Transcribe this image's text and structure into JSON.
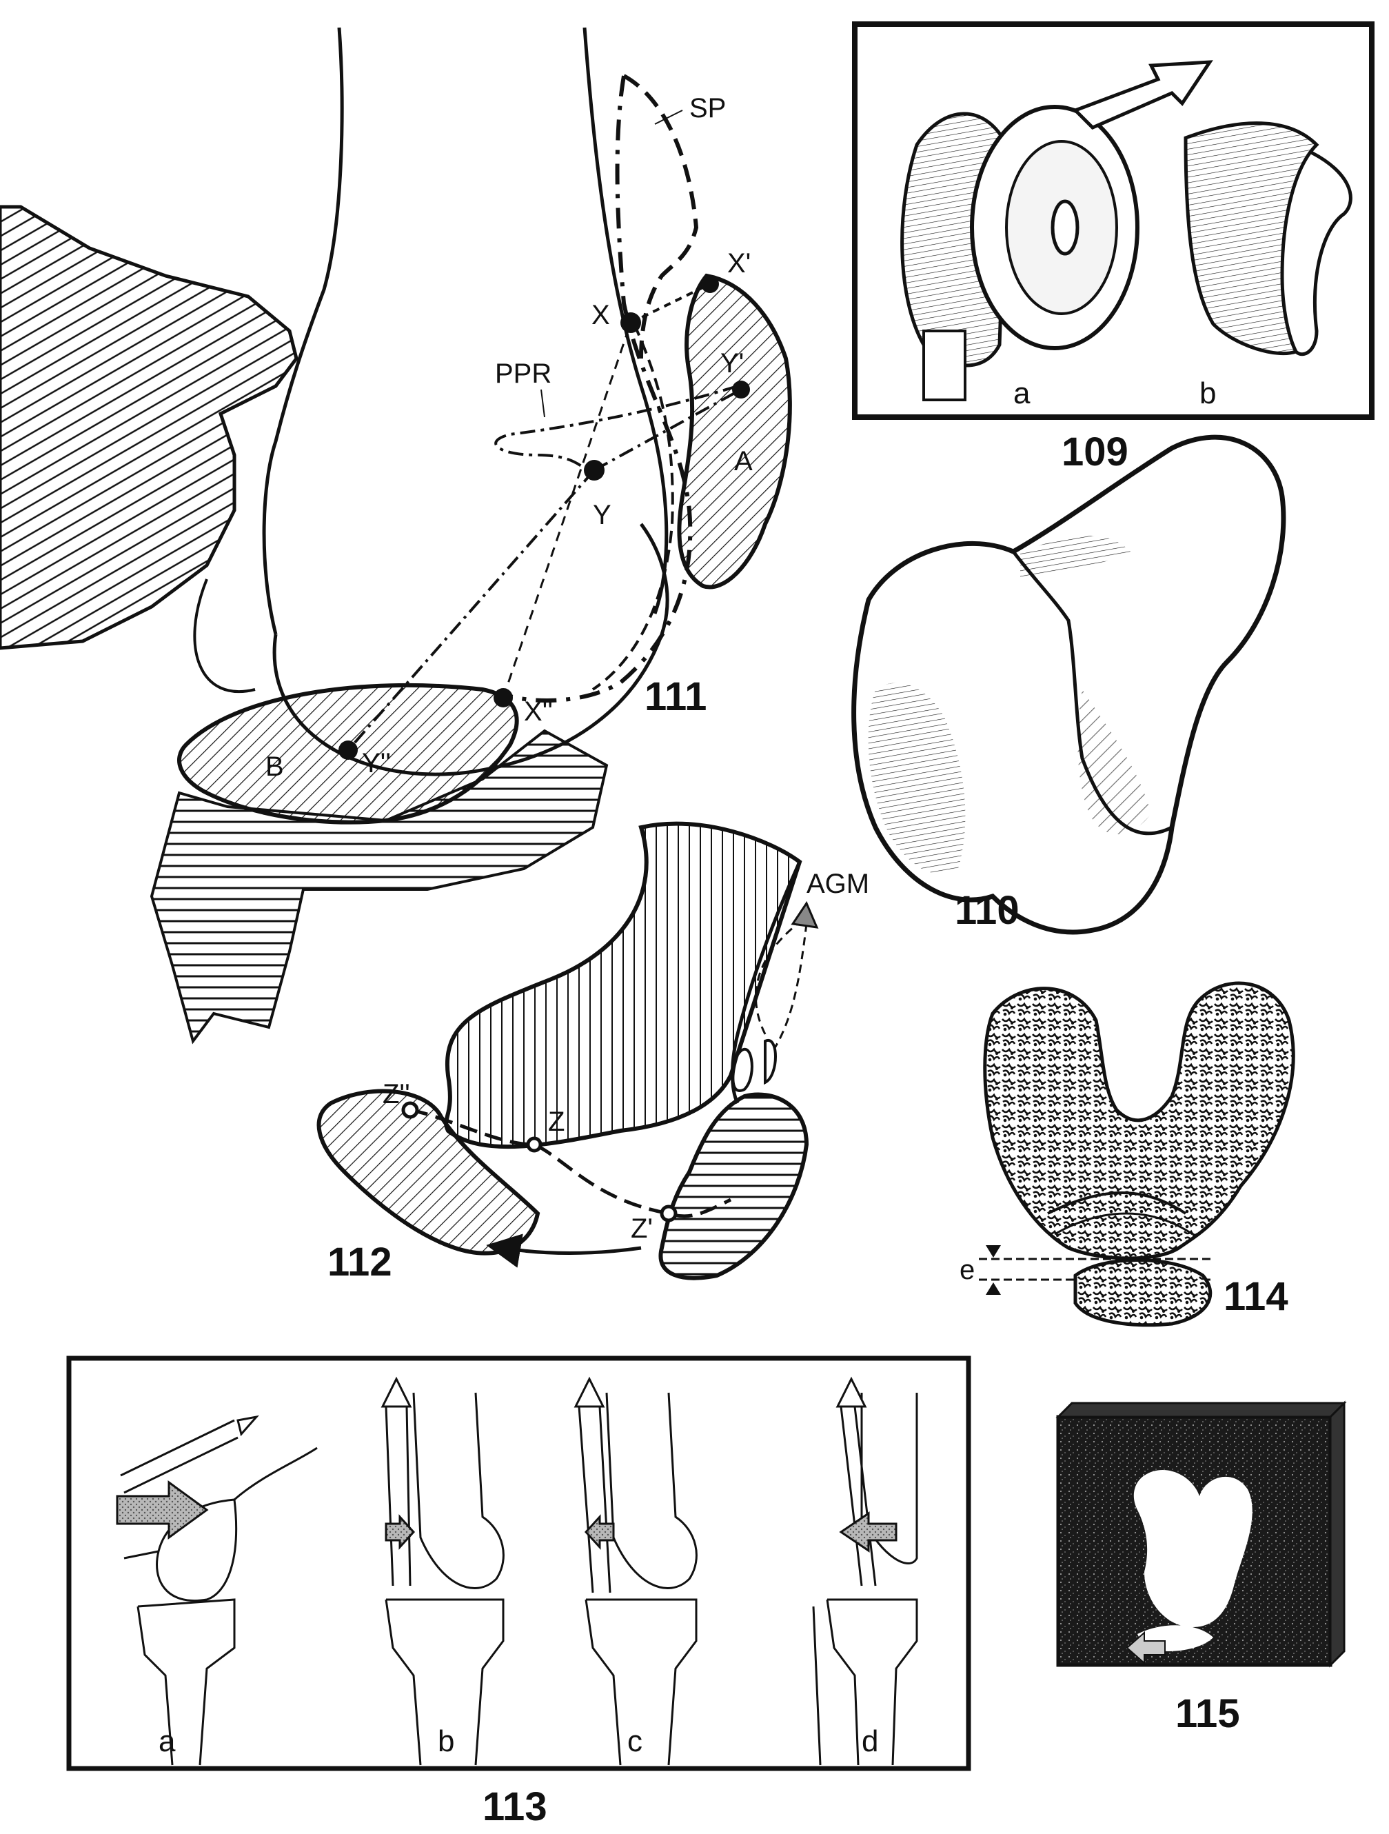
{
  "figures": {
    "f109": {
      "number": "109",
      "sub_a": "a",
      "sub_b": "b"
    },
    "f110": {
      "number": "110"
    },
    "f111": {
      "number": "111",
      "labels": {
        "sp": "SP",
        "ppr": "PPR",
        "x": "X",
        "x1": "X'",
        "x2": "X''",
        "y": "Y",
        "y1": "Y'",
        "y2": "Y''",
        "a": "A",
        "b": "B"
      }
    },
    "f112": {
      "number": "112",
      "labels": {
        "agm": "AGM",
        "z": "Z",
        "z1": "Z'",
        "z2": "Z''"
      }
    },
    "f113": {
      "number": "113",
      "panels": [
        "a",
        "b",
        "c",
        "d"
      ]
    },
    "f114": {
      "number": "114",
      "label_e": "e"
    },
    "f115": {
      "number": "115"
    }
  },
  "colors": {
    "ink": "#111111",
    "paper": "#ffffff"
  }
}
